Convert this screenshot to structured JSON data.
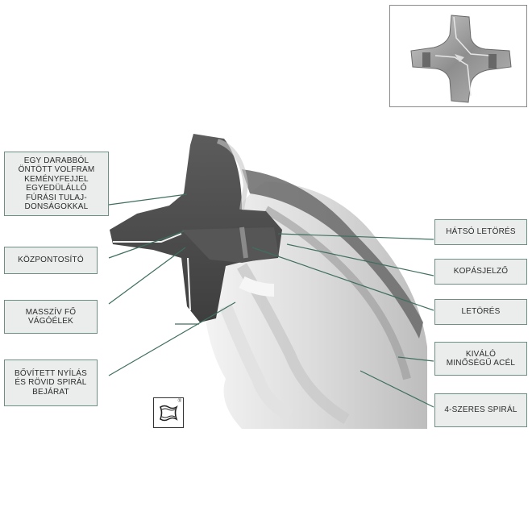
{
  "diagram": {
    "type": "annotated product illustration",
    "subject": "SDS-plus four-cutter hammer drill bit tip",
    "line_color": "#3f6f60",
    "box_fill": "#ebedec",
    "box_border": "#6d8f84"
  },
  "inset": {
    "description": "top view of cross-shaped carbide head"
  },
  "labels_left": [
    {
      "id": "carbide-head",
      "text": "EGY DARABBÓL\nÖNTÖTT VOLFRAM\nKEMÉNYFEJJEL\nEGYEDÜLÁLLÓ\nFÚRÁSI TULAJ-\nDONSÁGOKKAL"
    },
    {
      "id": "centering-tip",
      "text": "KÖZPONTOSÍTÓ"
    },
    {
      "id": "main-cutting-edges",
      "text": "MASSZÍV FŐ\nVÁGÓÉLEK"
    },
    {
      "id": "widened-opening",
      "text": "BŐVÍTETT NYÍLÁS\nÉS RÖVID SPIRÁL\nBEJÁRAT"
    }
  ],
  "labels_right": [
    {
      "id": "rear-chamfer",
      "text": "HÁTSÓ LETÖRÉS"
    },
    {
      "id": "wear-indicator",
      "text": "KOPÁSJELZŐ"
    },
    {
      "id": "chamfer",
      "text": "LETÖRÉS"
    },
    {
      "id": "premium-steel",
      "text": "KIVÁLÓ\nMINŐSÉGŰ ACÉL"
    },
    {
      "id": "quad-spiral",
      "text": "4-SZERES SPIRÁL"
    }
  ],
  "logo": {
    "name": "sds-plus-shank-symbol",
    "mark": "®"
  }
}
